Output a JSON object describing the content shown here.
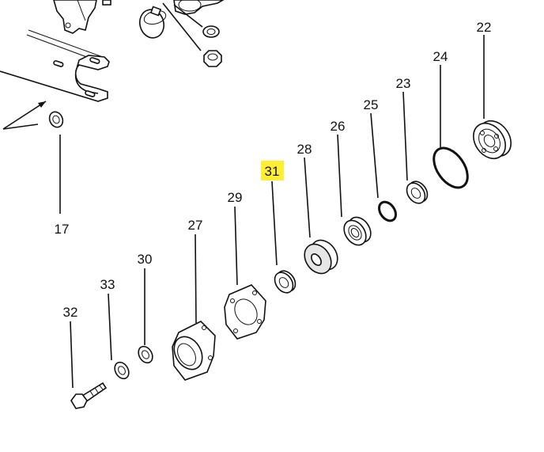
{
  "diagram": {
    "type": "exploded-parts-diagram",
    "highlight_color": "#ffee33",
    "highlighted_part": "31",
    "labels": {
      "p17": "17",
      "p22": "22",
      "p23": "23",
      "p24": "24",
      "p25": "25",
      "p26": "26",
      "p27": "27",
      "p28": "28",
      "p29": "29",
      "p30": "30",
      "p31": "31",
      "p32": "32",
      "p33": "33"
    }
  }
}
